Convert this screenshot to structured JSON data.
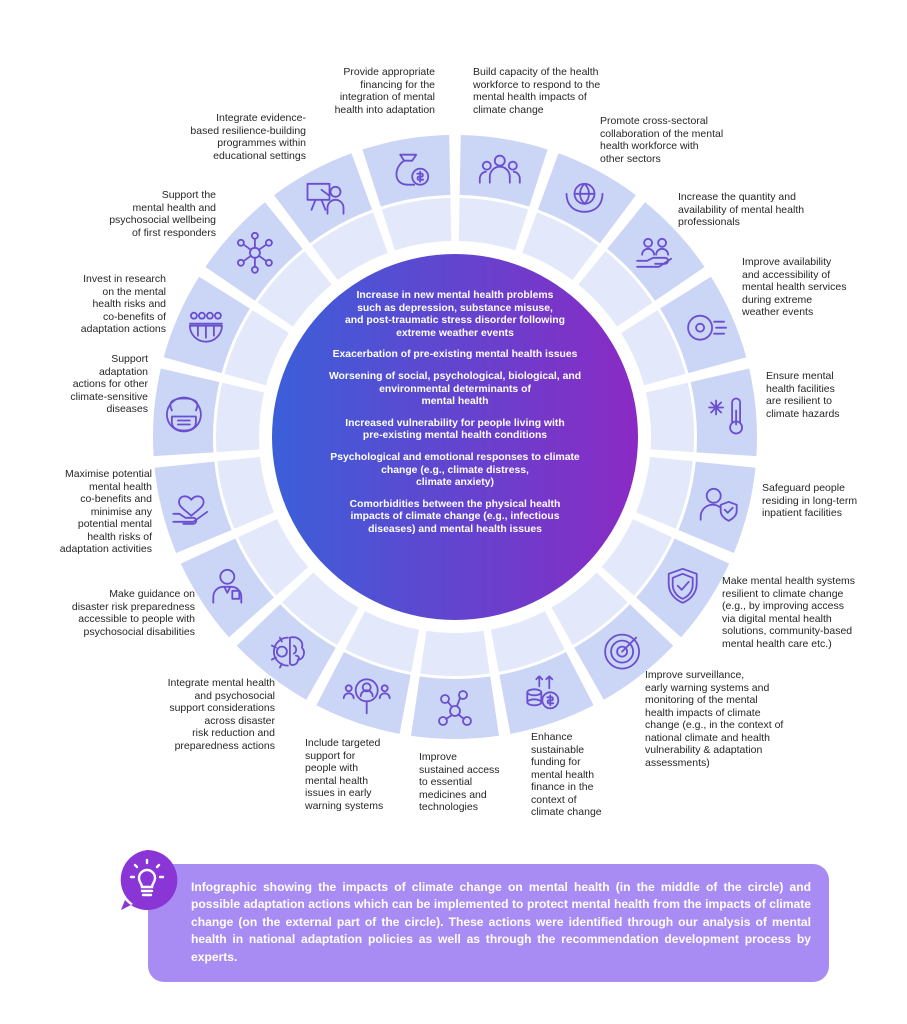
{
  "diagram": {
    "impacts": [
      "Increase in new mental health problems\nsuch as depression, substance misuse,\nand post-traumatic stress disorder following\nextreme weather events",
      "Exacerbation of pre-existing mental health issues",
      "Worsening of social, psychological, biological, and\nenvironmental determinants of\nmental health",
      "Increased vulnerability for people living with\npre-existing mental health conditions",
      "Psychological and emotional responses to climate\nchange (e.g., climate distress,\nclimate anxiety)",
      "Comorbidities between the physical health\nimpacts of climate change (e.g., infectious\ndiseases) and mental health issues"
    ],
    "actions": [
      {
        "label": "Build capacity of the health\nworkforce to respond to the\nmental health impacts of\nclimate change",
        "icon": "health-workforce-icon"
      },
      {
        "label": "Promote cross-sectoral\ncollaboration of the mental\nhealth workforce with\nother sectors",
        "icon": "globe-in-hands-icon"
      },
      {
        "label": "Increase the quantity and\navailability of mental health\nprofessionals",
        "icon": "people-on-hand-icon"
      },
      {
        "label": "Improve availability\nand accessibility of\nmental health services\nduring extreme\nweather events",
        "icon": "hurricane-wind-icon"
      },
      {
        "label": "Ensure mental\nhealth facilities\nare resilient to\nclimate hazards",
        "icon": "snowflake-thermometer-icon"
      },
      {
        "label": "Safeguard people\nresiding in long-term\ninpatient facilities",
        "icon": "person-shield-icon"
      },
      {
        "label": "Make mental health systems\nresilient to climate change\n(e.g., by improving access\nvia digital mental health\nsolutions, community-based\nmental health care etc.)",
        "icon": "shield-check-icon"
      },
      {
        "label": "Improve surveillance,\nearly warning systems and\nmonitoring of the mental\nhealth impacts of climate\nchange (e.g., in the context of\nnational climate and health\nvulnerability & adaptation\nassessments)",
        "icon": "radar-icon"
      },
      {
        "label": "Enhance\nsustainable\nfunding for\nmental health\nfinance in the\ncontext of\nclimate change",
        "icon": "coins-growth-icon"
      },
      {
        "label": "Improve\nsustained access\nto essential\nmedicines and\ntechnologies",
        "icon": "molecule-network-icon"
      },
      {
        "label": "Include targeted\nsupport for\npeople with\nmental health\nissues in early\nwarning systems",
        "icon": "magnifier-people-icon"
      },
      {
        "label": "Integrate mental health\nand psychosocial\nsupport considerations\nacross disaster\nrisk reduction and\npreparedness actions",
        "icon": "brain-gear-icon"
      },
      {
        "label": "Make guidance on\ndisaster risk preparedness\naccessible to people with\npsychosocial disabilities",
        "icon": "person-badge-icon"
      },
      {
        "label": "Maximise potential\nmental health\nco-benefits and\nminimise any\npotential mental\nhealth risks of\nadaptation activities",
        "icon": "heart-in-hand-icon"
      },
      {
        "label": "Support\nadaptation\nactions for other\nclimate-sensitive\ndiseases",
        "icon": "face-mask-icon"
      },
      {
        "label": "Invest in research\non the mental\nhealth risks and\nco-benefits of\nadaptation actions",
        "icon": "people-globe-icon"
      },
      {
        "label": "Support the\nmental health and\npsychosocial wellbeing\nof first responders",
        "icon": "network-people-icon"
      },
      {
        "label": "Integrate evidence-\nbased resilience-building\nprogrammes within\neducational settings",
        "icon": "teacher-board-icon"
      },
      {
        "label": "Provide appropriate\nfinancing for the\nintegration of mental\nhealth into adaptation",
        "icon": "money-bag-icon"
      }
    ]
  },
  "caption": {
    "icon": "lightbulb-icon",
    "text": "Infographic showing the impacts of climate change on mental health (in the middle of the circle) and possible adaptation actions which can be implemented to protect mental health from the impacts of climate change (on the external part of the circle). These actions were identified through our analysis of mental health in national adaptation policies as well as through the recommendation development process by experts."
  },
  "colors": {
    "outer_segment": "#cbd5f5",
    "inner_segment": "#e3e9fa",
    "gradient_start": "#3b5fd9",
    "gradient_end": "#8a2ac4",
    "icon_stroke": "#6a4fd0",
    "caption_bg": "#a98cf3",
    "badge": "#8a36d6"
  }
}
